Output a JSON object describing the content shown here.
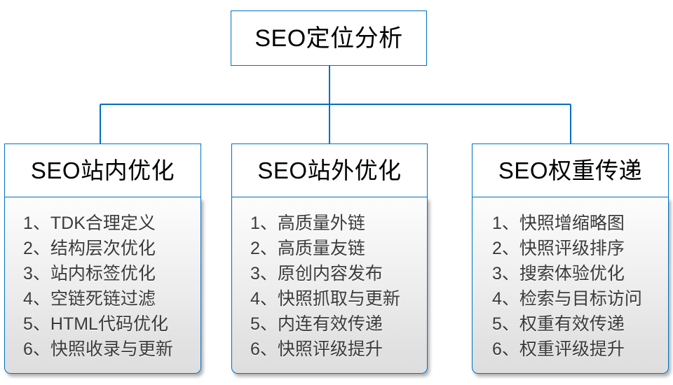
{
  "diagram": {
    "type": "organization-tree",
    "accent_color": "#0070C0",
    "text_color": "#3b3b3b",
    "title_color": "#000000",
    "root": {
      "label": "SEO定位分析"
    },
    "branches": [
      {
        "key": "on-site",
        "title": "SEO站内优化",
        "items": [
          "1、TDK合理定义",
          "2、结构层次优化",
          "3、站内标签优化",
          "4、空链死链过滤",
          "5、HTML代码优化",
          "6、快照收录与更新"
        ]
      },
      {
        "key": "off-site",
        "title": "SEO站外优化",
        "items": [
          "1、高质量外链",
          "2、高质量友链",
          "3、原创内容发布",
          "4、快照抓取与更新",
          "5、内连有效传递",
          "6、快照评级提升"
        ]
      },
      {
        "key": "weight-transfer",
        "title": "SEO权重传递",
        "items": [
          "1、快照增缩略图",
          "2、快照评级排序",
          "3、搜索体验优化",
          "4、检索与目标访问",
          "5、权重有效传递",
          "6、权重评级提升"
        ]
      }
    ]
  }
}
